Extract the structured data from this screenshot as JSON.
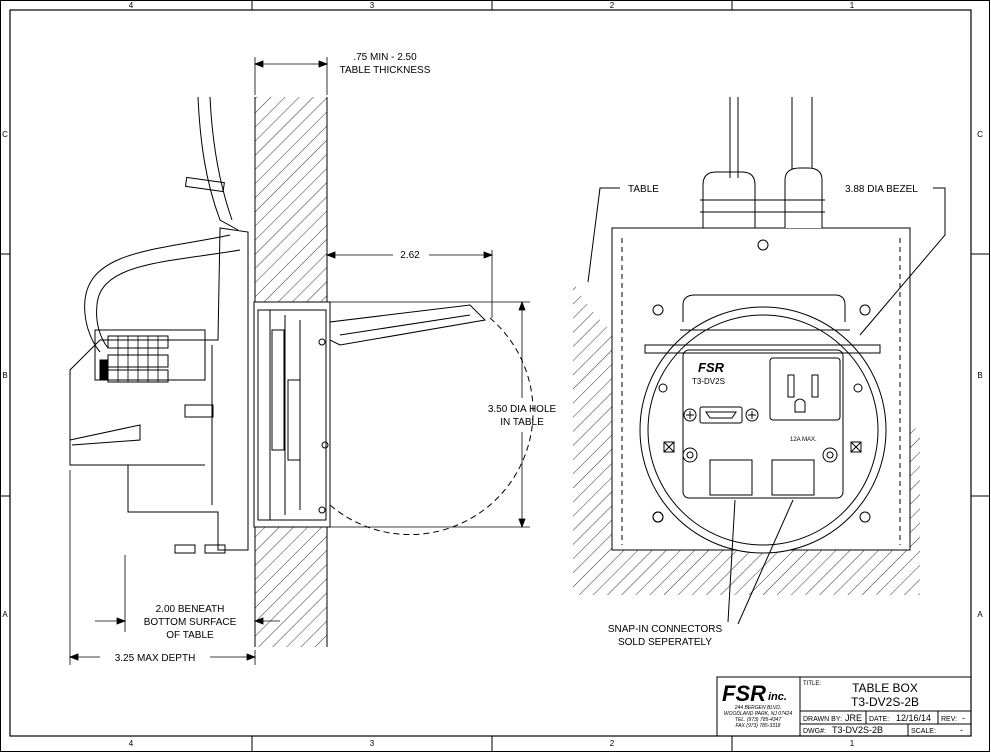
{
  "border": {
    "col_labels_top": [
      "4",
      "3",
      "2",
      "1"
    ],
    "col_labels_bottom": [
      "4",
      "3",
      "2",
      "1"
    ],
    "row_labels_left": [
      "C",
      "B",
      "A"
    ],
    "row_labels_right": [
      "C",
      "B",
      "A"
    ]
  },
  "side_view": {
    "table_thickness_line1": ".75 MIN - 2.50",
    "table_thickness_line2": "TABLE THICKNESS",
    "lid_dim": "2.62",
    "hole_dim_line1": "3.50 DIA HOLE",
    "hole_dim_line2": "IN TABLE",
    "beneath_line1": "2.00 BENEATH",
    "beneath_line2": "BOTTOM SURFACE",
    "beneath_line3": "OF TABLE",
    "max_depth": "3.25 MAX DEPTH"
  },
  "front_view": {
    "table_label": "TABLE",
    "bezel_label": "3.88 DIA BEZEL",
    "brand_mark": "FSR",
    "model_mark": "T3-DV2S",
    "outlet_rating": "12A MAX.",
    "connectors_line1": "SNAP-IN CONNECTORS",
    "connectors_line2": "SOLD SEPERATELY"
  },
  "title_block": {
    "logo": "FSR",
    "logo_suffix": "inc.",
    "address1": "244 BERGEN BLVD.",
    "address2": "WOODLAND PARK, NJ 07424",
    "tel": "TEL. (973) 785-4347",
    "fax": "FAX (973) 785-3318",
    "title_label": "TITLE:",
    "title_line1": "TABLE BOX",
    "title_line2": "T3-DV2S-2B",
    "drawn_by_label": "DRAWN BY:",
    "drawn_by": "JRE",
    "date_label": "DATE:",
    "date": "12/16/14",
    "rev_label": "REV:",
    "rev": "-",
    "dwg_label": "DWG#:",
    "dwg": "T3-DV2S-2B",
    "scale_label": "SCALE:",
    "scale": "-"
  }
}
